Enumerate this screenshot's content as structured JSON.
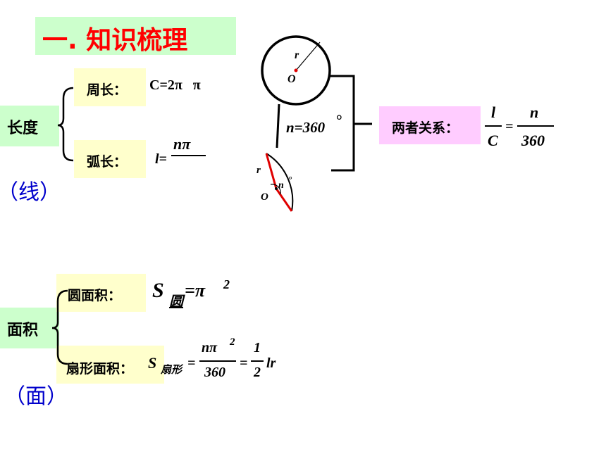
{
  "title": "一. 知识梳理",
  "length_section": {
    "label": "长度",
    "paren": "（线）",
    "circumference": {
      "label": "周长：",
      "formula": "C=2π   π"
    },
    "arc_length": {
      "label": "弧长：",
      "formula_lhs": "l=",
      "numerator": "nπ"
    }
  },
  "diagram": {
    "radius_label": "r",
    "center_label": "O",
    "angle_full": "n=360",
    "angle_degree_symbol": "°",
    "sector_radius_label": "r",
    "sector_center_label": "O",
    "sector_angle_label": "n",
    "sector_degree_symbol": "°"
  },
  "relation": {
    "label": "两者关系：",
    "left_num": "l",
    "left_den": "C",
    "equals": "=",
    "right_num": "n",
    "right_den": "360"
  },
  "area_section": {
    "label": "面积",
    "paren": "（面）",
    "circle_area": {
      "label": "圆面积：",
      "S": "S",
      "sub": "圆",
      "rhs": "=π",
      "sup": "2"
    },
    "sector_area": {
      "label": "扇形面积：",
      "S": "S",
      "sub": "扇形",
      "eq1": "=",
      "frac1_num": "nπ",
      "frac1_sup": "2",
      "frac1_den": "360",
      "eq2": "=",
      "frac2_num": "1",
      "frac2_den": "2",
      "tail": "lr"
    }
  }
}
